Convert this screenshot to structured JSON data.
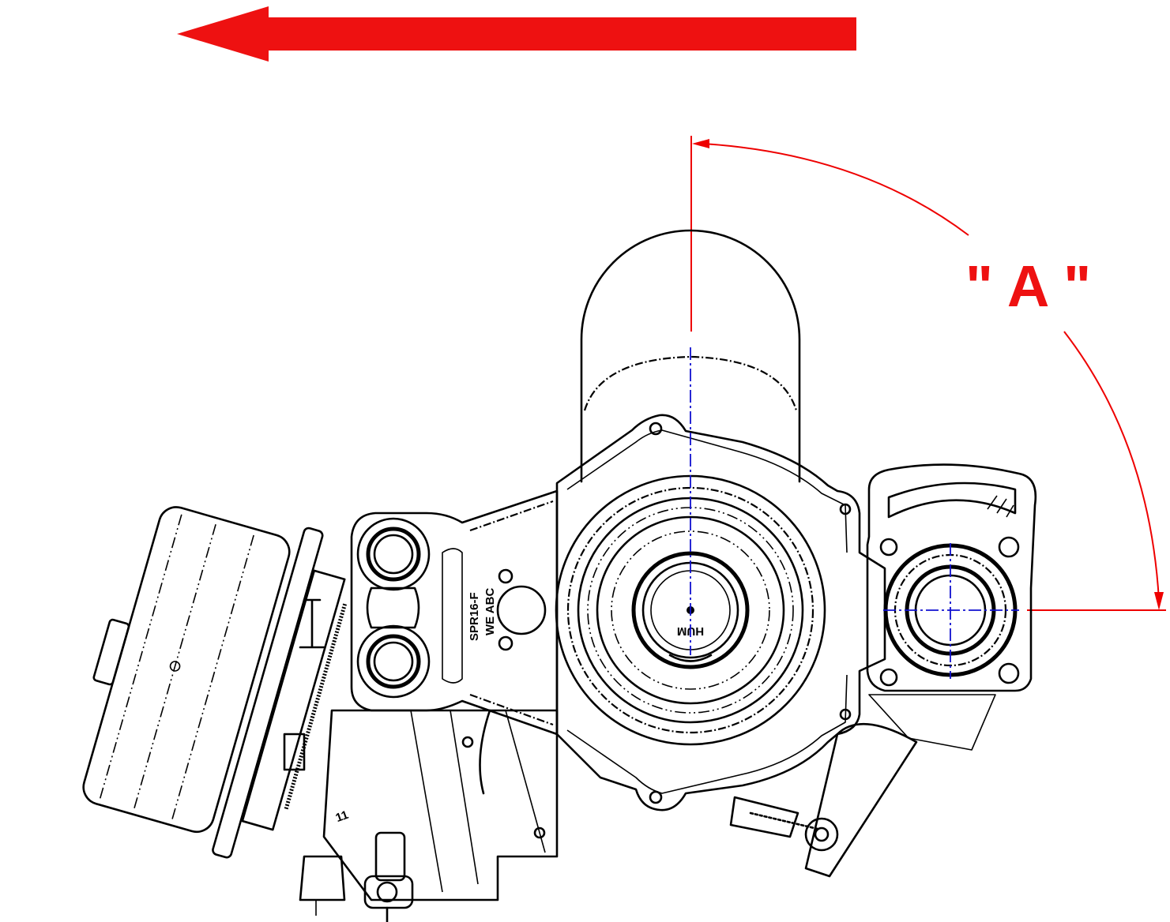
{
  "drawing": {
    "angle_label": "\" A \"",
    "casting_text_1": "SPR16-F",
    "casting_text_2": "WE ABC",
    "hub_text": "HUM",
    "counter_text": "11",
    "colors": {
      "direction_arrow": "#ee1111",
      "dimension_lines": "#ee0000",
      "center_lines": "#1010d0",
      "outline": "#000000"
    }
  }
}
